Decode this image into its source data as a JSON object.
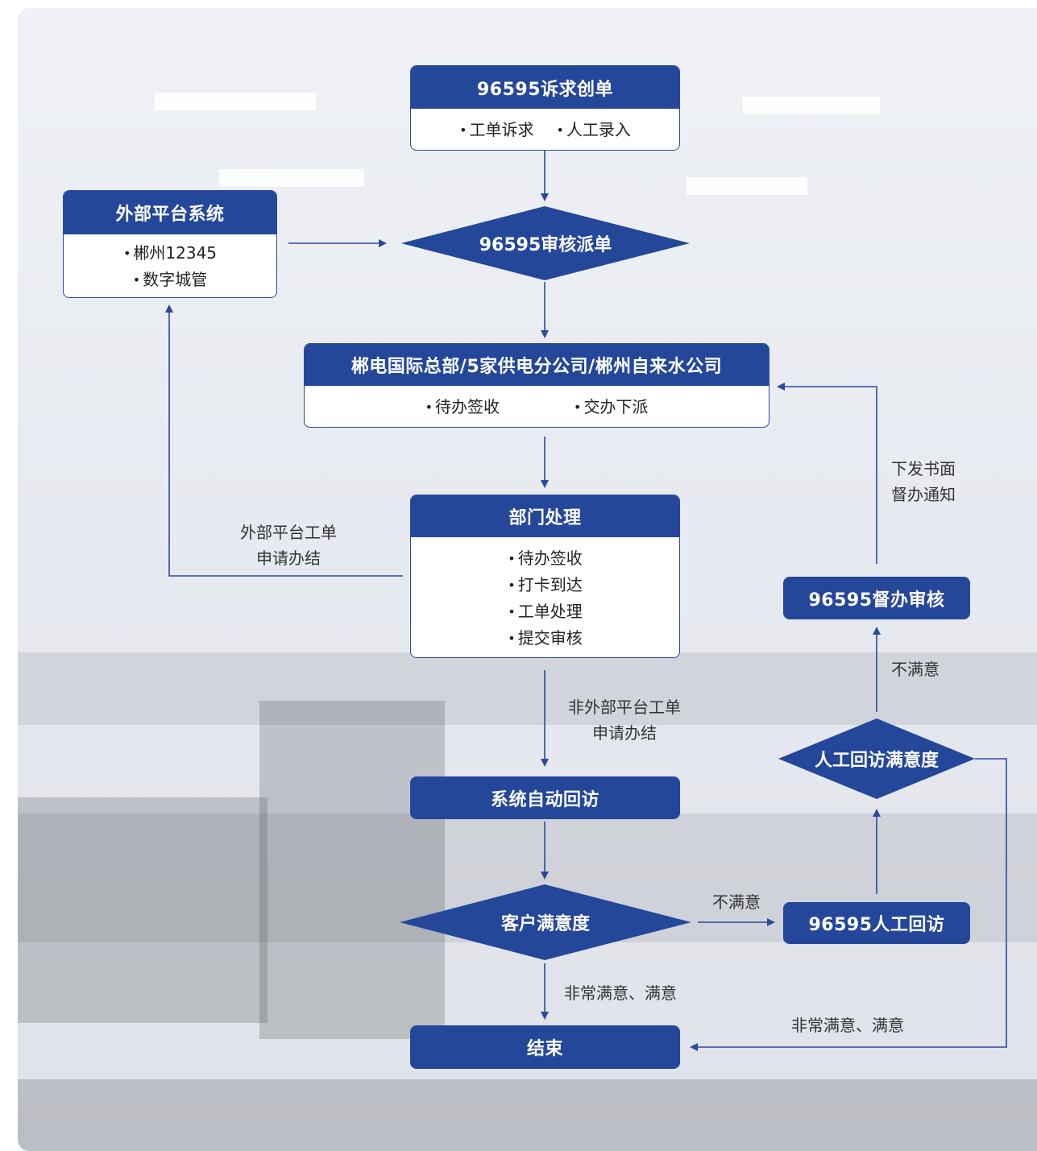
{
  "nodes": {
    "create": {
      "title": "96595诉求创单",
      "items": [
        "工单诉求",
        "人工录入"
      ]
    },
    "external": {
      "title": "外部平台系统",
      "items": [
        "郴州12345",
        "数字城管"
      ]
    },
    "review": {
      "title": "96595审核派单"
    },
    "company": {
      "title": "郴电国际总部/5家供电分公司/郴州自来水公司",
      "items": [
        "待办签收",
        "交办下派"
      ]
    },
    "dept": {
      "title": "部门处理",
      "items": [
        "待办签收",
        "打卡到达",
        "工单处理",
        "提交审核"
      ]
    },
    "auto_visit": {
      "title": "系统自动回访"
    },
    "satisfaction": {
      "title": "客户满意度"
    },
    "end": {
      "title": "结束"
    },
    "manual_visit": {
      "title": "96595人工回访"
    },
    "manual_sat": {
      "title": "人工回访满意度"
    },
    "supervise": {
      "title": "96595督办审核"
    }
  },
  "labels": {
    "external_close": [
      "外部平台工单",
      "申请办结"
    ],
    "non_external_close": [
      "非外部平台工单",
      "申请办结"
    ],
    "notice": [
      "下发书面",
      "督办通知"
    ],
    "unsatisfied_1": "不满意",
    "unsatisfied_2": "不满意",
    "satisfied_1": "非常满意、满意",
    "satisfied_2": "非常满意、满意"
  },
  "colors": {
    "primary": "#24479a",
    "line": "#2a4a9c"
  }
}
